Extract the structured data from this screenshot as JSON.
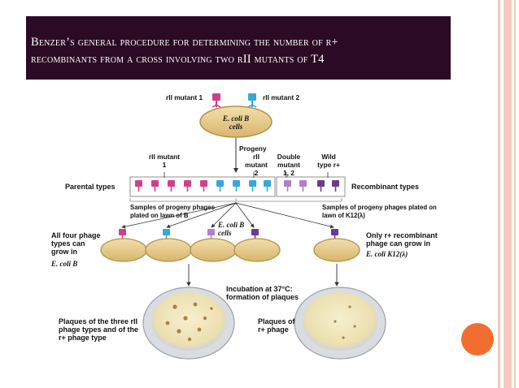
{
  "slide": {
    "title_line1": "Benzer’s general procedure for determining the number of r+",
    "title_line2": "recombinants  from a cross involving two rII mutants of T4"
  },
  "figure": {
    "rii_mutant_1": "rII mutant 1",
    "rii_mutant_2": "rII mutant 2",
    "ecoli_b_cells": "E. coli B cells",
    "progeny": "Progeny",
    "col_rii_mutant_1": "rII mutant 1",
    "col_rii_mutant_2": "rII mutant 2",
    "col_double_mutant": "Double mutant 1, 2",
    "col_wild_type": "Wild type r+",
    "parental_types": "Parental types",
    "recombinant_types": "Recombinant types",
    "samples_b": "Samples of progeny phages plated on lawn of B",
    "samples_k12": "Samples of progeny phages plated on lawn of K12(λ)",
    "all_four": "All four phage types can grow in",
    "all_four_host": "E. coli B",
    "ecoli_b_cells_2": "E. coli B cells",
    "only_r": "Only r+ recombinant phage can grow in",
    "only_r_host": "E. coli K12(λ)",
    "incubation": "Incubation at 37°C: formation of plaques",
    "plaques_three": "Plaques of the three rII phage types and of the r+ phage type",
    "plaques_r": "Plaques of r+ phage"
  },
  "colors": {
    "title_bg": "#2b0a24",
    "title_text": "#ffffff",
    "edge_bar": "#f6c9bf",
    "accent_circle": "#f26e30",
    "phage_magenta": "#d0408a",
    "phage_cyan": "#35a8d8",
    "phage_purple": "#6a3b8c",
    "phage_lavender": "#b080c8",
    "cell_tan": "#e8cf95"
  }
}
